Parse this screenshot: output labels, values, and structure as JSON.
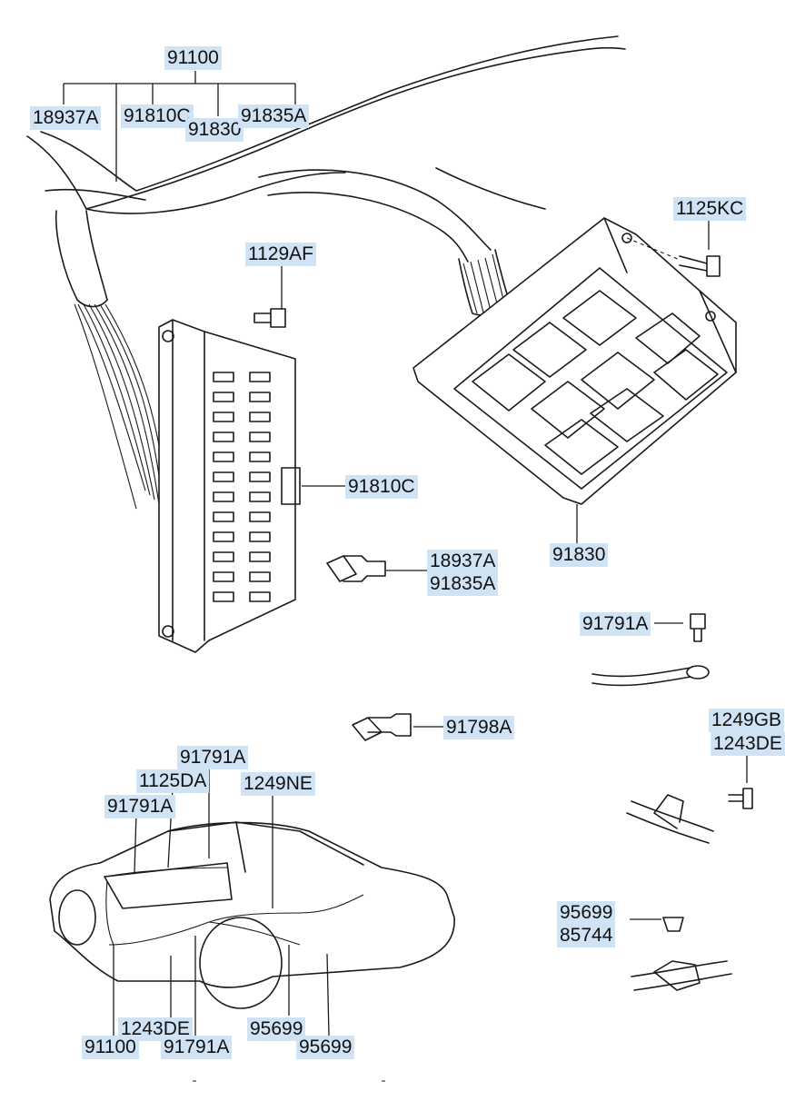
{
  "parts": {
    "harness_top": "91100",
    "harness_fuse_a": "18937A",
    "harness_connector": "91810C",
    "harness_relay_box": "91830",
    "harness_fuse_b": "91835A",
    "bolt_fuse_panel": "1129AF",
    "bolt_relay_box": "1125KC",
    "fuse_panel_connector": "91810C",
    "relay_box": "91830",
    "fuse_a": "18937A",
    "fuse_b": "91835A",
    "ground_bolt": "91791A",
    "mini_fuse": "91798A",
    "clip_screw_a": "1249GB",
    "clip_screw_b": "1243DE",
    "clip_a": "95699",
    "clip_b": "85744",
    "car_ground_a": "91791A",
    "car_bolt": "1125DA",
    "car_ground_b": "91791A",
    "car_screw_top": "1249NE",
    "car_screw_bottom": "1243DE",
    "car_harness": "91100",
    "car_ground_c": "91791A",
    "car_clip_a": "95699",
    "car_clip_b": "95699"
  },
  "icons": [
    "fuse-panel",
    "relay-box",
    "wiring-harness",
    "bolt",
    "screw",
    "blade-fuse",
    "ground-strap",
    "harness-clip",
    "sedan-outline"
  ]
}
